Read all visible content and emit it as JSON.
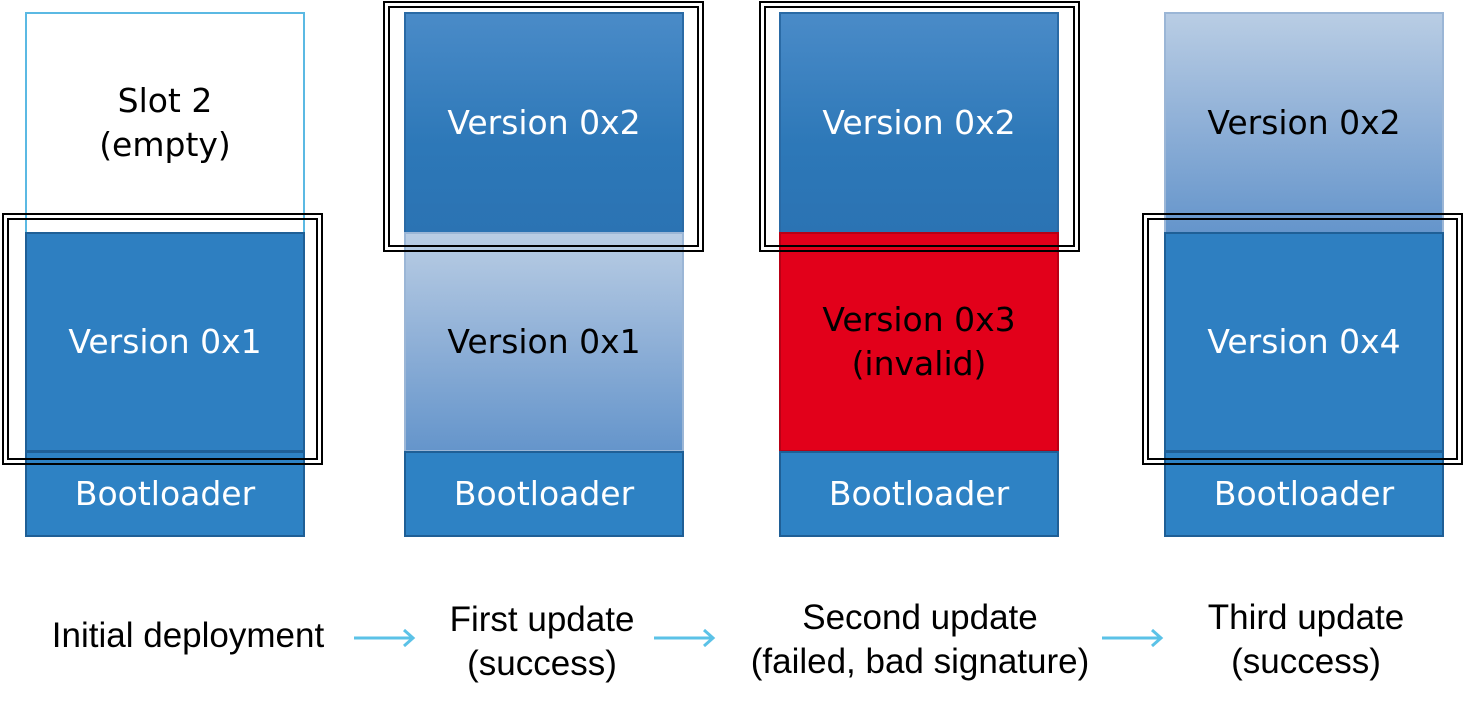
{
  "stages": [
    {
      "slot2": {
        "lines": [
          "Slot 2",
          "(empty)"
        ],
        "state": "empty"
      },
      "slot1": {
        "lines": [
          "Version 0x1"
        ],
        "state": "active"
      },
      "bootloader": "Bootloader",
      "active_slot": "slot1",
      "caption": [
        "Initial deployment"
      ]
    },
    {
      "slot2": {
        "lines": [
          "Version 0x2"
        ],
        "state": "active"
      },
      "slot1": {
        "lines": [
          "Version 0x1"
        ],
        "state": "inactive"
      },
      "bootloader": "Bootloader",
      "active_slot": "slot2",
      "caption": [
        "First update",
        "(success)"
      ]
    },
    {
      "slot2": {
        "lines": [
          "Version 0x2"
        ],
        "state": "active"
      },
      "slot1": {
        "lines": [
          "Version 0x3",
          "(invalid)"
        ],
        "state": "invalid"
      },
      "bootloader": "Bootloader",
      "active_slot": "slot2",
      "caption": [
        "Second update",
        "(failed, bad signature)"
      ]
    },
    {
      "slot2": {
        "lines": [
          "Version 0x2"
        ],
        "state": "inactive"
      },
      "slot1": {
        "lines": [
          "Version 0x4"
        ],
        "state": "active"
      },
      "bootloader": "Bootloader",
      "active_slot": "slot1",
      "caption": [
        "Third update",
        "(success)"
      ]
    }
  ],
  "colors": {
    "active_block": "#2e7fc1",
    "inactive_block": "#8fb0d7",
    "invalid_block": "#e2001a",
    "empty_border": "#5bb9e3",
    "arrow": "#5bc2e7",
    "selection_frame": "#000000"
  },
  "icons": {
    "transition_arrow": "right-arrow-icon"
  }
}
